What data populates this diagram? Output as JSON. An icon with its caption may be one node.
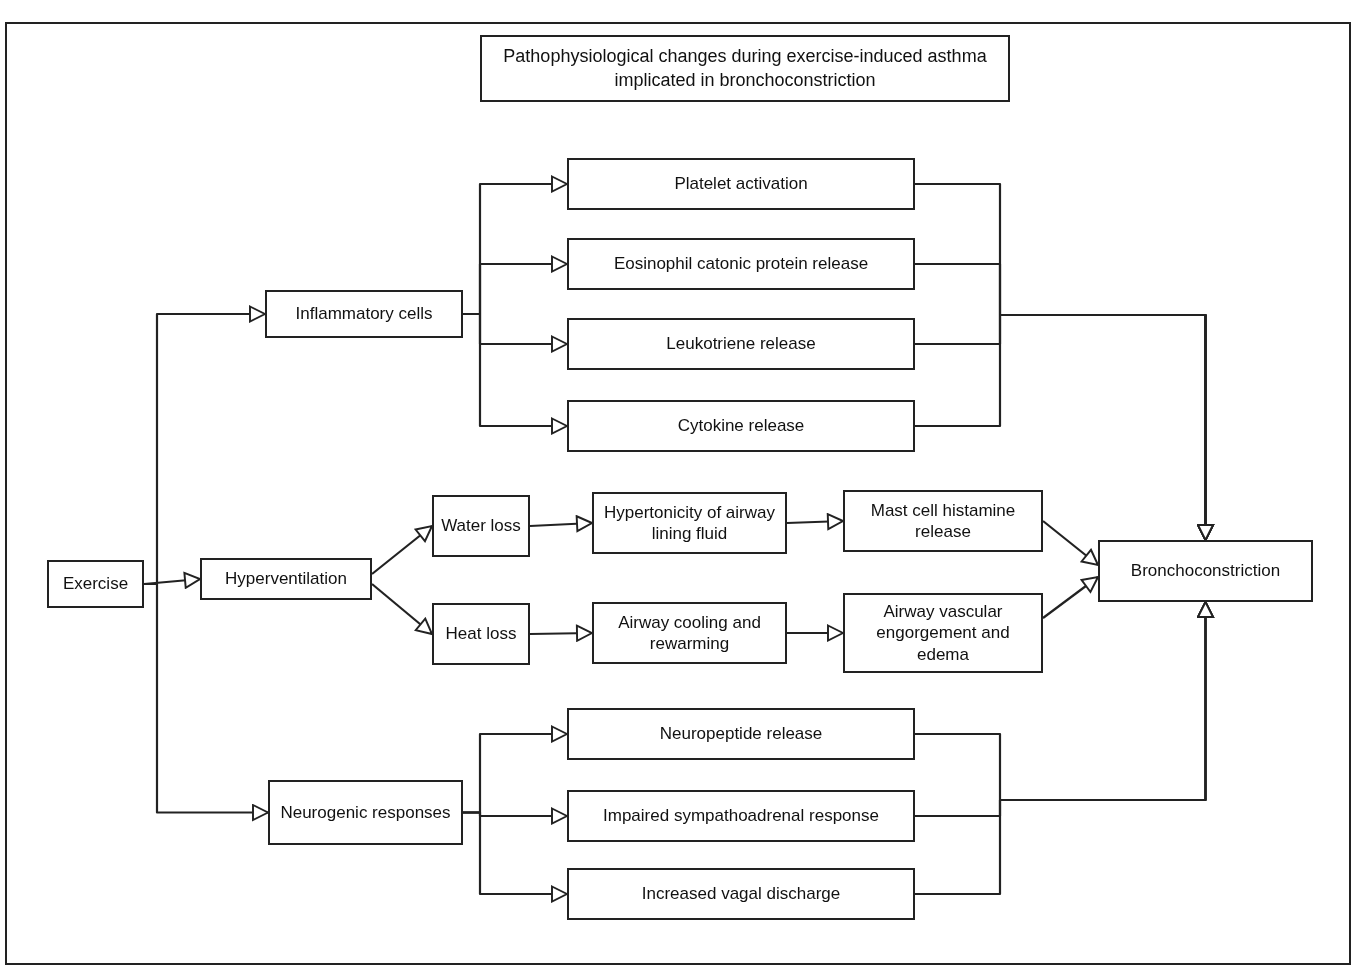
{
  "diagram": {
    "title": "Pathophysiological changes during exercise-induced asthma implicated in bronchoconstriction",
    "nodes": [
      {
        "text": [
          "Exercise"
        ]
      },
      {
        "text": [
          "Inflammatory cells"
        ]
      },
      {
        "text": [
          "Hyperventilation"
        ]
      },
      {
        "text": [
          "Neurogenic responses"
        ]
      },
      {
        "text": [
          "Platelet activation"
        ]
      },
      {
        "text": [
          "Eosinophil catonic protein release"
        ]
      },
      {
        "text": [
          "Leukotriene release"
        ]
      },
      {
        "text": [
          "Cytokine release"
        ]
      },
      {
        "text": [
          "Water loss"
        ]
      },
      {
        "text": [
          "Heat loss"
        ]
      },
      {
        "text": [
          "Hypertonicity of airway lining fluid"
        ]
      },
      {
        "text": [
          "Airway cooling and rewarming"
        ]
      },
      {
        "text": [
          "Mast cell histamine release"
        ]
      },
      {
        "text": [
          "Airway vascular engorgement and edema"
        ]
      },
      {
        "text": [
          "Neuropeptide release"
        ]
      },
      {
        "text": [
          "Impaired sympathoadrenal response"
        ]
      },
      {
        "text": [
          "Increased vagal discharge"
        ]
      },
      {
        "text": [
          "Bronchoconstriction"
        ]
      }
    ],
    "edges": [
      {
        "from": 0,
        "to": 1,
        "arrow": "to"
      },
      {
        "from": 0,
        "to": 2,
        "arrow": "to"
      },
      {
        "from": 0,
        "to": 3,
        "arrow": "to"
      },
      {
        "from": 1,
        "to": 4,
        "arrow": "to"
      },
      {
        "from": 1,
        "to": 5,
        "arrow": "to"
      },
      {
        "from": 1,
        "to": 6,
        "arrow": "to"
      },
      {
        "from": 1,
        "to": 7,
        "arrow": "to"
      },
      {
        "from": 4,
        "to": 17,
        "arrow": "to"
      },
      {
        "from": 5,
        "to": 17,
        "arrow": "to"
      },
      {
        "from": 6,
        "to": 17,
        "arrow": "to"
      },
      {
        "from": 7,
        "to": 17,
        "arrow": "to"
      },
      {
        "from": 2,
        "to": 8,
        "arrow": "to"
      },
      {
        "from": 2,
        "to": 9,
        "arrow": "to"
      },
      {
        "from": 8,
        "to": 10,
        "arrow": "to"
      },
      {
        "from": 9,
        "to": 11,
        "arrow": "to"
      },
      {
        "from": 10,
        "to": 12,
        "arrow": "to"
      },
      {
        "from": 11,
        "to": 13,
        "arrow": "to"
      },
      {
        "from": 12,
        "to": 17,
        "arrow": "to"
      },
      {
        "from": 13,
        "to": 17,
        "arrow": "to"
      },
      {
        "from": 3,
        "to": 14,
        "arrow": "to"
      },
      {
        "from": 3,
        "to": 15,
        "arrow": "to"
      },
      {
        "from": 3,
        "to": 16,
        "arrow": "to"
      },
      {
        "from": 14,
        "to": 17,
        "arrow": "to"
      },
      {
        "from": 15,
        "to": 17,
        "arrow": "to"
      },
      {
        "from": 16,
        "to": 17,
        "arrow": "to"
      }
    ]
  }
}
